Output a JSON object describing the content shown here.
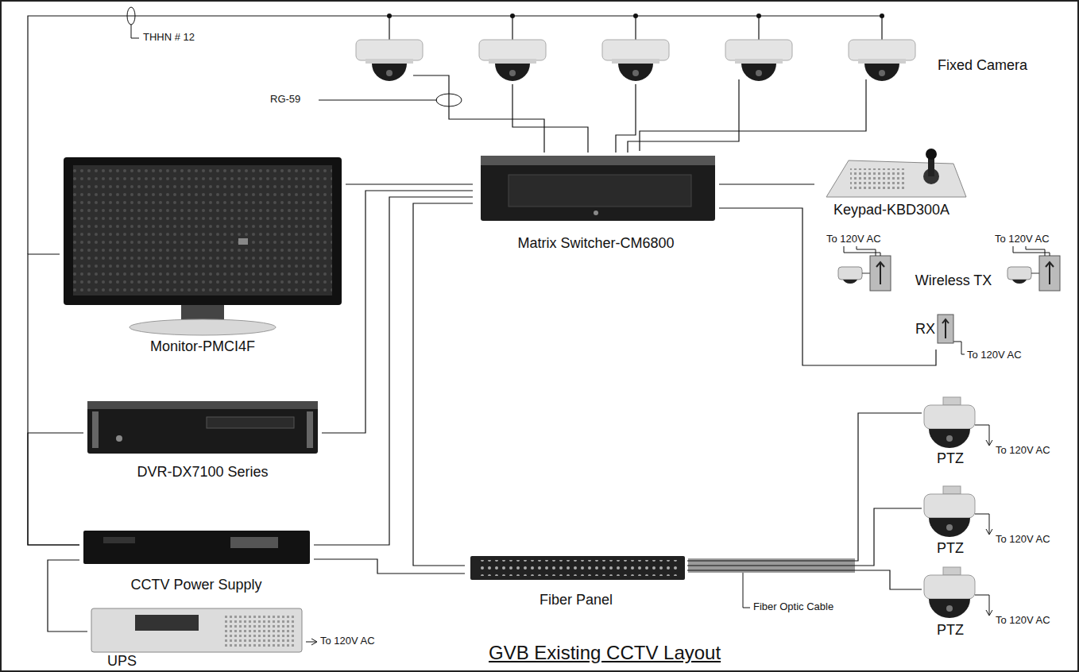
{
  "diagram": {
    "title": "GVB Existing CCTV Layout",
    "nodes": [
      {
        "text": [
          "Fixed Camera"
        ]
      },
      {
        "text": [
          "Monitor-PMCI4F"
        ]
      },
      {
        "text": [
          "Matrix Switcher-CM6800"
        ]
      },
      {
        "text": [
          "Keypad-KBD300A"
        ]
      },
      {
        "text": [
          "Wireless TX"
        ]
      },
      {
        "text": [
          "RX"
        ]
      },
      {
        "text": [
          "DVR-DX7100 Series"
        ]
      },
      {
        "text": [
          "PTZ"
        ]
      },
      {
        "text": [
          "PTZ"
        ]
      },
      {
        "text": [
          "PTZ"
        ]
      },
      {
        "text": [
          "CCTV Power Supply"
        ]
      },
      {
        "text": [
          "Fiber Panel"
        ]
      },
      {
        "text": [
          "UPS"
        ]
      }
    ],
    "edges": [
      {
        "from": 0,
        "to": 2,
        "arrow": "none"
      },
      {
        "from": 1,
        "to": 2,
        "arrow": "none"
      },
      {
        "from": 6,
        "to": 2,
        "arrow": "none"
      },
      {
        "from": 10,
        "to": 2,
        "arrow": "none"
      },
      {
        "from": 11,
        "to": 2,
        "arrow": "none"
      },
      {
        "from": 2,
        "to": 3,
        "arrow": "none"
      },
      {
        "from": 2,
        "to": 5,
        "arrow": "none"
      },
      {
        "from": 10,
        "to": 11,
        "arrow": "none"
      },
      {
        "from": 11,
        "to": 7,
        "arrow": "none"
      },
      {
        "from": 11,
        "to": 8,
        "arrow": "none"
      },
      {
        "from": 11,
        "to": 9,
        "arrow": "none"
      },
      {
        "from": 12,
        "to": 10,
        "arrow": "none"
      },
      {
        "from": 10,
        "to": 1,
        "arrow": "none"
      },
      {
        "from": 10,
        "to": 6,
        "arrow": "none"
      }
    ],
    "labels": [
      "THHN # 12",
      "RG-59",
      "To 120V AC",
      "To 120V AC",
      "To 120V AC",
      "To 120V AC",
      "To 120V AC",
      "To 120V AC",
      "Fiber Optic Cable",
      "To 120V AC"
    ]
  }
}
